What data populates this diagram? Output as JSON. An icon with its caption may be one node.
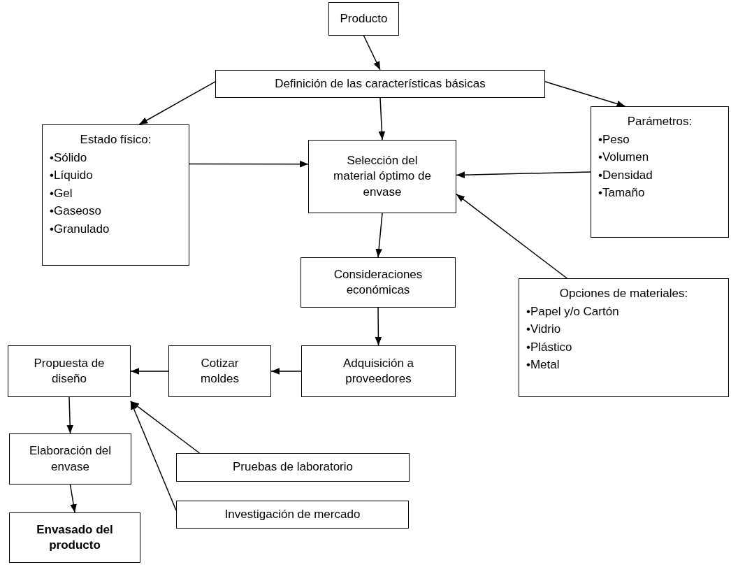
{
  "diagram": {
    "nodes": [
      {
        "text": [
          "Producto"
        ]
      },
      {
        "text": [
          "Definición de las características básicas"
        ]
      },
      {
        "text": [
          "Estado físico:",
          "•Sólido",
          "•Líquido",
          "•Gel",
          "•Gaseoso",
          "•Granulado"
        ]
      },
      {
        "text": [
          "Selección del material óptimo de envase"
        ]
      },
      {
        "text": [
          "Parámetros:",
          "•Peso",
          "•Volumen",
          "•Densidad",
          "•Tamaño"
        ]
      },
      {
        "text": [
          "Consideraciones económicas"
        ]
      },
      {
        "text": [
          "Opciones de materiales:",
          "•Papel y/o Cartón",
          "•Vidrio",
          "•Plástico",
          "•Metal"
        ]
      },
      {
        "text": [
          "Adquisición a proveedores"
        ]
      },
      {
        "text": [
          "Cotizar moldes"
        ]
      },
      {
        "text": [
          "Propuesta de diseño"
        ]
      },
      {
        "text": [
          "Elaboración del envase"
        ]
      },
      {
        "text": [
          "Envasado del producto"
        ]
      },
      {
        "text": [
          "Pruebas de laboratorio"
        ]
      },
      {
        "text": [
          "Investigación de mercado"
        ]
      }
    ],
    "edges": [
      {
        "from": 0,
        "to": 1,
        "arrow": "to"
      },
      {
        "from": 1,
        "to": 2,
        "arrow": "to"
      },
      {
        "from": 1,
        "to": 3,
        "arrow": "to"
      },
      {
        "from": 1,
        "to": 4,
        "arrow": "to"
      },
      {
        "from": 2,
        "to": 3,
        "arrow": "to"
      },
      {
        "from": 4,
        "to": 3,
        "arrow": "to"
      },
      {
        "from": 6,
        "to": 3,
        "arrow": "to"
      },
      {
        "from": 3,
        "to": 5,
        "arrow": "to"
      },
      {
        "from": 5,
        "to": 7,
        "arrow": "to"
      },
      {
        "from": 7,
        "to": 8,
        "arrow": "to"
      },
      {
        "from": 8,
        "to": 9,
        "arrow": "to"
      },
      {
        "from": 9,
        "to": 10,
        "arrow": "to"
      },
      {
        "from": 10,
        "to": 11,
        "arrow": "to"
      },
      {
        "from": 12,
        "to": 9,
        "arrow": "to"
      },
      {
        "from": 13,
        "to": 9,
        "arrow": "to"
      }
    ]
  }
}
